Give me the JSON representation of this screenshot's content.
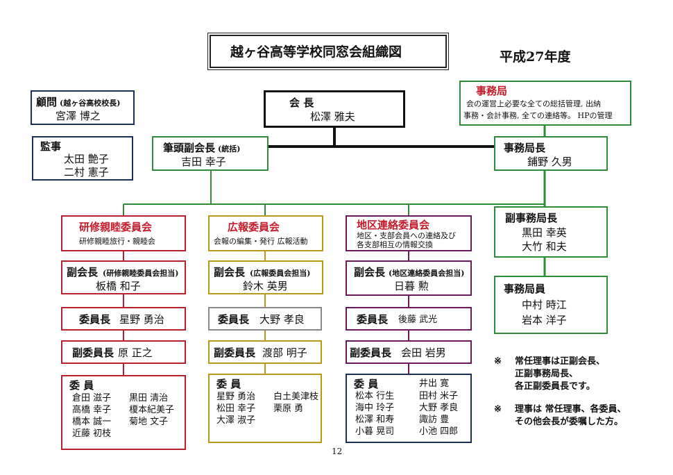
{
  "title": "越ヶ谷高等学校同窓会組織図",
  "fiscal_year": "平成27年度",
  "page_number": "12",
  "colors": {
    "green": "#2e8b3a",
    "red": "#b8202f",
    "gold": "#b89a1a",
    "purple": "#6a1a5a",
    "navy": "#1c2f5a",
    "gray": "#888888"
  },
  "advisor": {
    "heading": "顧問",
    "note": "(越ヶ谷高校校長)",
    "name": "宮澤 博之"
  },
  "auditor": {
    "heading": "監事",
    "names": [
      "太田 艶子",
      "二村 憲子"
    ]
  },
  "president": {
    "title": "会 長",
    "name": "松澤 雅夫"
  },
  "secretariat": {
    "title": "事務局",
    "desc1": "会の運営上必要な全ての総括管理, 出納",
    "desc2": "事務・会計事務, 全ての連絡等。 HPの管理"
  },
  "senior_vp": {
    "title": "筆頭副会長",
    "note": "(統括)",
    "name": "吉田 幸子"
  },
  "sec_chief": {
    "title": "事務局長",
    "name": "鋪野 久男"
  },
  "vice_sec_chief": {
    "title": "副事務局長",
    "names": [
      "黒田 幸英",
      "大竹 和夫"
    ]
  },
  "sec_staff": {
    "title": "事務局員",
    "names": [
      "中村 時江",
      "岩本 洋子"
    ]
  },
  "committees": [
    {
      "name": "研修親睦委員会",
      "desc": [
        "研修親睦旅行・親睦会"
      ],
      "vp_title": "副会長",
      "vp_note": "(研修親睦委員会担当)",
      "vp_name": "板橋 和子",
      "chair_title": "委員長",
      "chair_name": "星野 勇治",
      "vice_title": "副委員長",
      "vice_name": "原 正之",
      "members_title": "委 員",
      "members": [
        "倉田 滋子",
        "黒田 清治",
        "高橋 幸子",
        "榎本紀美子",
        "橋本 誠一",
        "菊地 文子",
        "近藤 初枝"
      ]
    },
    {
      "name": "広報委員会",
      "desc": [
        "会報の編集・発行 広報活動"
      ],
      "vp_title": "副会長",
      "vp_note": "(広報委員会担当)",
      "vp_name": "鈴木 英男",
      "chair_title": "委員長",
      "chair_name": "大野 孝良",
      "vice_title": "副委員長",
      "vice_name": "渡部 明子",
      "members_title": "委 員",
      "members": [
        "星野 勇治",
        "白土美津枝",
        "松田 幸子",
        "栗原 勇",
        "大澤 淑子"
      ]
    },
    {
      "name": "地区連絡委員会",
      "desc": [
        "地区・支部会員への連絡及び",
        "各支部相互の情報交換"
      ],
      "vp_title": "副会長",
      "vp_note": "(地区連絡委員会担当)",
      "vp_name": "日暮 勲",
      "chair_title": "委員長",
      "chair_name": "後藤 武光",
      "vice_title": "副委員長",
      "vice_name": "会田 岩男",
      "members_title": "委 員",
      "members": [
        "井出 寛",
        "松本 行生",
        "田村 米子",
        "海中 玲子",
        "大野 孝良",
        "松澤 和寿",
        "諏訪 豊",
        "小暮 晃司",
        "小池 四郎"
      ]
    }
  ],
  "notes": [
    {
      "mark": "※",
      "lines": [
        "常任理事は正副会長、",
        "正副事務局長、",
        "各正副委員長です。"
      ]
    },
    {
      "mark": "※",
      "lines": [
        "理事は 常任理事、各委員、",
        "その他会長が委嘱した方。"
      ]
    }
  ]
}
